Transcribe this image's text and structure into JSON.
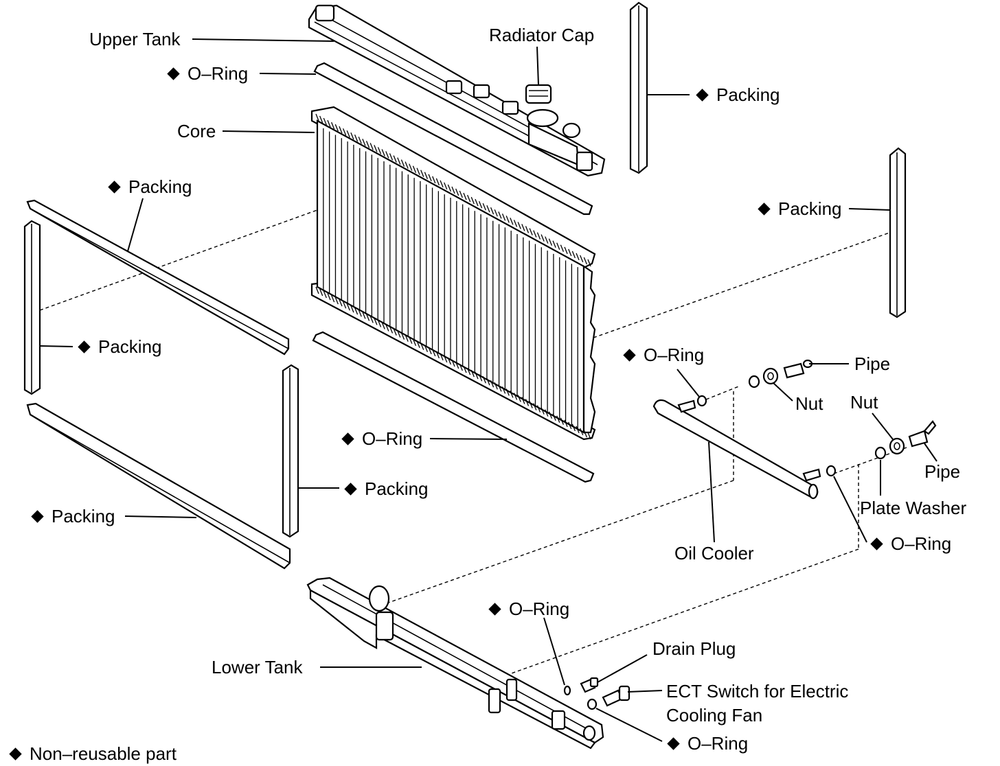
{
  "labels": {
    "upper_tank": "Upper Tank",
    "radiator_cap": "Radiator Cap",
    "o_ring_upper": "O–Ring",
    "packing_top_right": "Packing",
    "core": "Core",
    "packing_upper_left": "Packing",
    "packing_right": "Packing",
    "packing_left_vertical": "Packing",
    "o_ring_oil_cooler": "O–Ring",
    "pipe_upper": "Pipe",
    "nut_upper": "Nut",
    "nut_lower": "Nut",
    "o_ring_lower": "O–Ring",
    "pipe_lower": "Pipe",
    "packing_center": "Packing",
    "plate_washer": "Plate Washer",
    "packing_bottom_left": "Packing",
    "o_ring_plate": "O–Ring",
    "oil_cooler": "Oil Cooler",
    "o_ring_drain": "O–Ring",
    "drain_plug": "Drain Plug",
    "lower_tank": "Lower Tank",
    "ect_switch_line1": "ECT Switch for Electric",
    "ect_switch_line2": "Cooling Fan",
    "o_ring_ect": "O–Ring",
    "legend": "Non–reusable part"
  },
  "legend_marker": "diamond",
  "colors": {
    "ink": "#000000",
    "background": "#ffffff"
  }
}
